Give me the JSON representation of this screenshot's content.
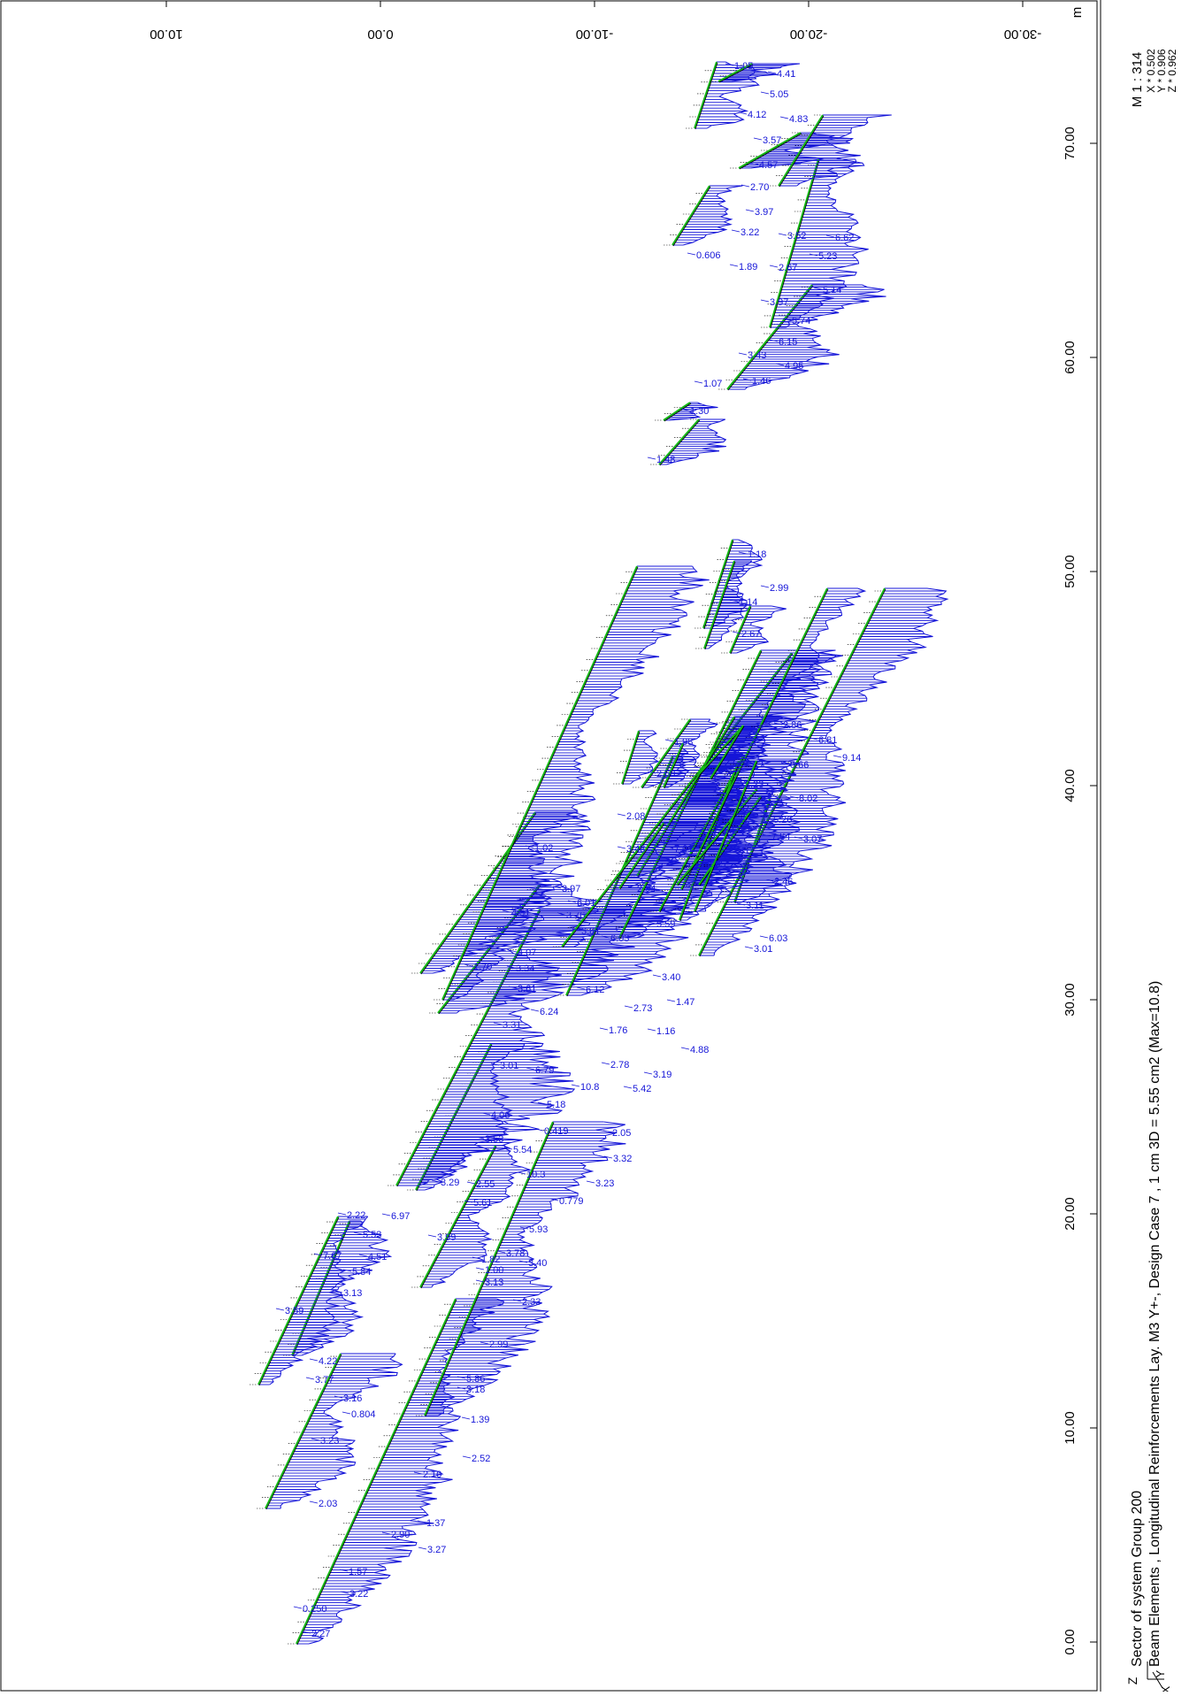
{
  "header": {
    "scale": "M 1 : 314",
    "factor_x": "X * 0.502",
    "factor_y": "Y * 0.906",
    "factor_z": "Z * 0.962",
    "unit": "m"
  },
  "caption": {
    "line1": "Sector of system Group 200",
    "line2": "Beam Elements , Longitudinal Reinforcements Lay. M3 Y+-, Design Case 7   , 1 cm 3D = 5.55 cm2 (Max=10.8)"
  },
  "axes_glyph": {
    "z": "Z",
    "y": "Y",
    "x": "X"
  },
  "axis_top_ticks": [
    "10.00",
    "0.00",
    "-10.00",
    "-20.00",
    "-30.00"
  ],
  "axis_right_ticks": [
    "0.00",
    "10.00",
    "20.00",
    "30.00",
    "40.00",
    "50.00",
    "60.00",
    "70.00"
  ],
  "colors": {
    "diagram": "#1515d8",
    "member": "#14b814",
    "frame": "#000000",
    "outline": "#000000"
  },
  "value_labels": [
    "1.05",
    "4.41",
    "5.05",
    "4.83",
    "4.12",
    "3.57",
    "4.57",
    "2.70",
    "3.97",
    "3.22",
    "3.52",
    "6.62",
    "5.23",
    "0.606",
    "1.89",
    "2.67",
    "5.14",
    "3.97",
    "5.74",
    "6.15",
    "3.43",
    "4.95",
    "1.46",
    "1.07",
    "1.30",
    "1.48",
    "1.18",
    "2.99",
    "1.14",
    "2.67",
    "2.86",
    "6.81",
    "9.14",
    "5.66",
    "1.98",
    "2.60",
    "2.23",
    "8.02",
    "5.26",
    "3.07",
    "2.08",
    "6.50",
    "7.84",
    "1.02",
    "3.48",
    "7.01",
    "2.05",
    "2.46",
    "3.97",
    "2.94",
    "3.11",
    "3.76",
    "6.01",
    "5.59",
    "4.51",
    "3.81",
    "6.03",
    "4.07",
    "6.03",
    "3.01",
    "1.70",
    "3.34",
    "3.40",
    "1.47",
    "3.61",
    "6.12",
    "6.24",
    "2.73",
    "3.31",
    "1.16",
    "1.76",
    "4.88",
    "3.01",
    "6.79",
    "2.78",
    "3.19",
    "10.8",
    "5.42",
    "5.18",
    "4.06",
    "0.419",
    "2.05",
    "3.53",
    "5.54",
    "3.32",
    "10.3",
    "3.29",
    "2.55",
    "3.23",
    "0.779",
    "5.61",
    "2.22",
    "6.97",
    "5.93",
    "5.53",
    "3.99",
    "3.78",
    "7.67",
    "4.51",
    "1.82",
    "3.40",
    "1.00",
    "5.84",
    "3.13",
    "3.13",
    "2.33",
    "3.59",
    "2.99",
    "4.22",
    "3.77",
    "5.86",
    "3.16",
    "3.18",
    "0.804",
    "1.39",
    "3.23",
    "2.52",
    "2.10",
    "2.03",
    "1.37",
    "3.27",
    "2.90",
    "1.57",
    "3.22",
    "0.250",
    "2.27"
  ]
}
